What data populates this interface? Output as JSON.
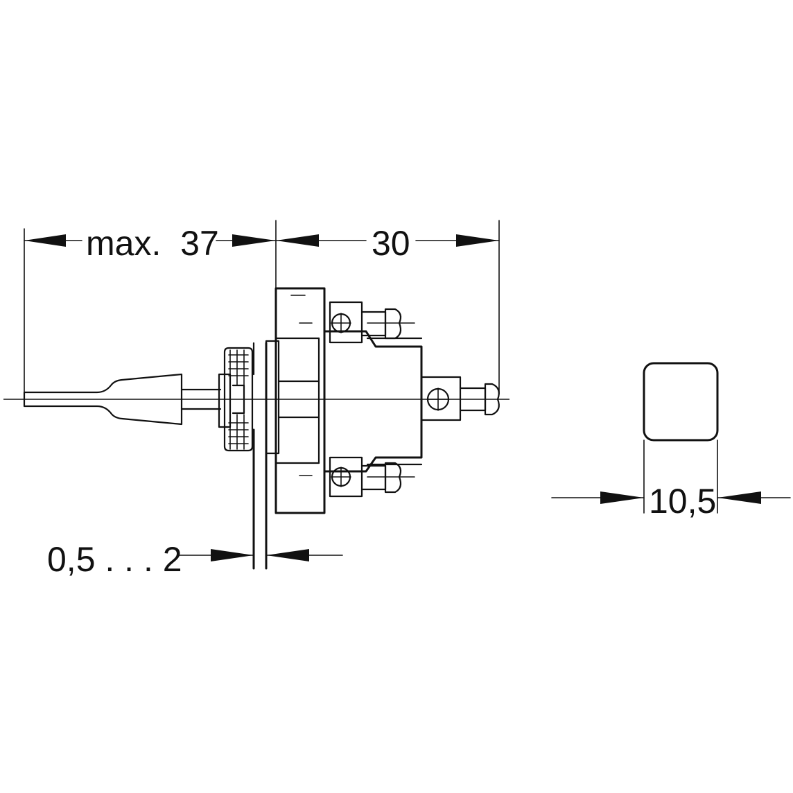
{
  "dimensions": {
    "lever_length": "max.  37",
    "body_length": "30",
    "panel_thickness": "0,5 . . . 2",
    "knob_width": "10,5"
  },
  "colors": {
    "line": "#111111",
    "background": "#ffffff"
  }
}
